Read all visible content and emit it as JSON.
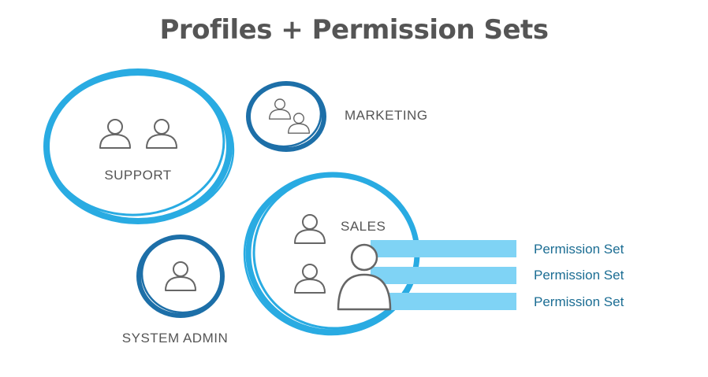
{
  "title": "Profiles + Permission Sets",
  "groups": {
    "support": "SUPPORT",
    "marketing": "MARKETING",
    "system_admin": "SYSTEM ADMIN",
    "sales": "SALES"
  },
  "permission_sets": [
    "Permission Set",
    "Permission Set",
    "Permission Set"
  ],
  "colors": {
    "title": "#555555",
    "light_blue": "#29abe2",
    "dark_blue": "#1d6fa8",
    "bar_blue": "#7fd3f5",
    "permission_text": "#1b6d93",
    "label_gray": "#555555",
    "icon_gray": "#666666"
  }
}
